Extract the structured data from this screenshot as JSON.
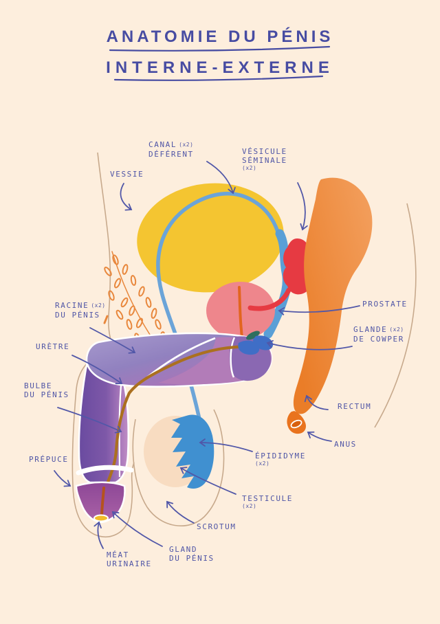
{
  "title": {
    "line1": "ANATOMIE DU PÉNIS",
    "line2": "INTERNE-EXTERNE"
  },
  "labels": {
    "vessie": {
      "text": "VESSIE"
    },
    "canal_deferent": {
      "line1": "CANAL",
      "qty": "(x2)",
      "line2": "DÉFÉRENT"
    },
    "vesicule_seminale": {
      "line1": "VÉSICULE",
      "line2": "SÉMINALE",
      "qty": "(x2)"
    },
    "racine_penis": {
      "line1": "RACINE",
      "qty": "(x2)",
      "line2": "DU PÉNIS"
    },
    "uretre": {
      "text": "URÈTRE"
    },
    "bulbe_penis": {
      "line1": "BULBE",
      "line2": "DU PÉNIS"
    },
    "prepuce": {
      "text": "PRÉPUCE"
    },
    "prostate": {
      "text": "PROSTATE"
    },
    "glande_cowper": {
      "line1": "GLANDE",
      "qty": "(x2)",
      "line2": "DE COWPER"
    },
    "rectum": {
      "text": "RECTUM"
    },
    "anus": {
      "text": "ANUS"
    },
    "epididyme": {
      "line1": "ÉPIDIDYME",
      "qty": "(x2)"
    },
    "testicule": {
      "line1": "TESTICULE",
      "qty": "(x2)"
    },
    "scrotum": {
      "text": "SCROTUM"
    },
    "meat_urinaire": {
      "line1": "MÉAT",
      "line2": "URINAIRE"
    },
    "gland_penis": {
      "line1": "GLAND",
      "line2": "DU PÉNIS"
    }
  },
  "colors": {
    "background": "#fdeedd",
    "ink": "#4f55a6",
    "title_ink": "#474ca2",
    "bladder": "#f4c531",
    "canal_deferent": "#6ba4d8",
    "seminal_vesicle": "#e63a42",
    "prostate": "#ee868c",
    "rectum": "#ec8130",
    "anus": "#d8600f",
    "penis_dark": "#6a4ba0",
    "penis_lavender": "#a89bce",
    "penis_pink": "#bb85c0",
    "glans": "#9b539d",
    "urethra": "#ab701f",
    "testicle": "#f8dcc1",
    "epididymis": "#4090d0",
    "cowper_gland": "#3f6ec6",
    "meatus": "#f2bc2a",
    "body_outline": "#c7a98c",
    "pubic_hair": "#e8873c"
  }
}
